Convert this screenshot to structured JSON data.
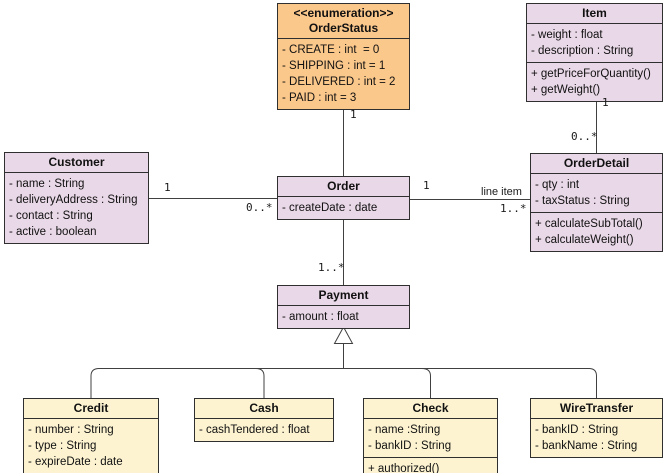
{
  "colors": {
    "enum_fill": "#fbc88c",
    "class_fill": "#e9d8e7",
    "payment_child_fill": "#fdf3d1",
    "border": "#2f2f2f",
    "connector": "#404040"
  },
  "classes": {
    "orderstatus": {
      "stereotype": "<<enumeration>>",
      "name": "OrderStatus",
      "attributes": [
        "- CREATE : int  = 0",
        "- SHIPPING : int = 1",
        "- DELIVERED : int = 2",
        "- PAID : int = 3"
      ]
    },
    "item": {
      "name": "Item",
      "attributes": [
        "- weight : float",
        "- description : String"
      ],
      "methods": [
        "+ getPriceForQuantity()",
        "+ getWeight()"
      ]
    },
    "customer": {
      "name": "Customer",
      "attributes": [
        "- name : String",
        "- deliveryAddress : String",
        "- contact : String",
        "- active : boolean"
      ]
    },
    "order": {
      "name": "Order",
      "attributes": [
        "- createDate : date"
      ]
    },
    "orderdetail": {
      "name": "OrderDetail",
      "attributes": [
        "- qty : int",
        "- taxStatus : String"
      ],
      "methods": [
        "+ calculateSubTotal()",
        "+ calculateWeight()"
      ]
    },
    "payment": {
      "name": "Payment",
      "attributes": [
        "- amount : float"
      ]
    },
    "credit": {
      "name": "Credit",
      "attributes": [
        "- number : String",
        "- type : String",
        "- expireDate : date"
      ]
    },
    "cash": {
      "name": "Cash",
      "attributes": [
        "- cashTendered : float"
      ]
    },
    "check": {
      "name": "Check",
      "attributes": [
        "- name :String",
        "- bankID : String"
      ],
      "methods": [
        "+ authorized()"
      ]
    },
    "wiretransfer": {
      "name": "WireTransfer",
      "attributes": [
        "- bankID : String",
        "- bankName : String"
      ]
    }
  },
  "labels": {
    "orderstatus_order_mult": "1",
    "customer_mult": "1",
    "order_customer_mult": "0..*",
    "order_detail_mult": "1",
    "line_item": "line item",
    "detail_order_mult": "1..*",
    "item_mult": "1",
    "detail_item_mult": "0..*",
    "payment_mult": "1..*"
  }
}
